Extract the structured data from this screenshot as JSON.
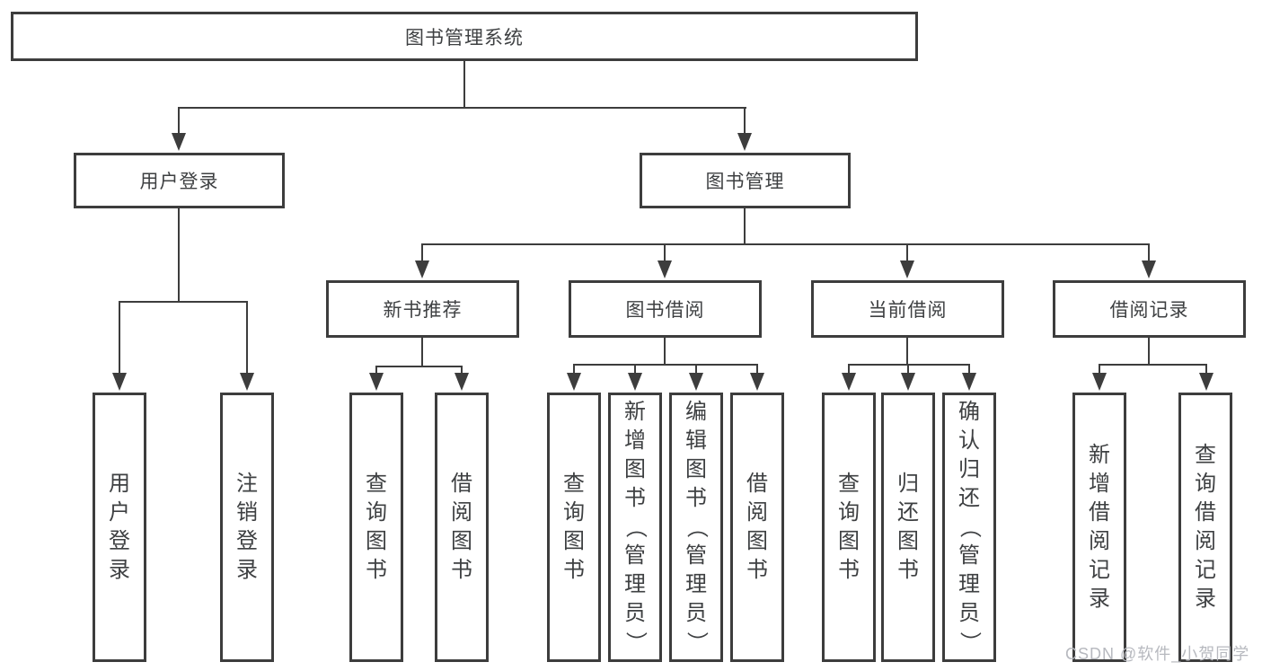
{
  "diagram": {
    "root": {
      "label": "图书管理系统"
    },
    "level2": [
      {
        "label": "用户登录"
      },
      {
        "label": "图书管理"
      }
    ],
    "level3": [
      {
        "label": "新书推荐"
      },
      {
        "label": "图书借阅"
      },
      {
        "label": "当前借阅"
      },
      {
        "label": "借阅记录"
      }
    ],
    "leaves": {
      "user_login": [
        "用户登录",
        "注销登录"
      ],
      "new_book_recommendation": [
        "查询图书",
        "借阅图书"
      ],
      "book_borrowing": [
        "查询图书",
        "新增图书（管理员）",
        "编辑图书（管理员）",
        "借阅图书"
      ],
      "current_borrowing": [
        "查询图书",
        "归还图书",
        "确认归还（管理员）"
      ],
      "borrowing_records": [
        "新增借阅记录",
        "查询借阅记录"
      ]
    }
  },
  "watermark": {
    "text": "CSDN @软件_小贺同学"
  },
  "colors": {
    "line": "#3d3d3d",
    "text": "#3e4042",
    "background": "#ffffff",
    "watermark": "#b7b9bf"
  }
}
